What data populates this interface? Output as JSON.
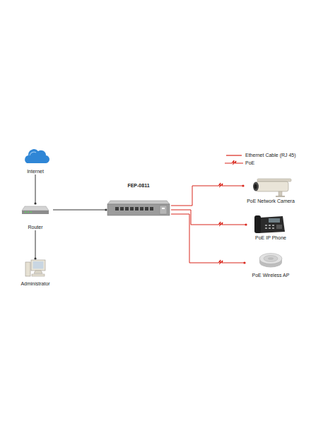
{
  "diagram": {
    "nodes": [
      {
        "text": [
          "Internet"
        ]
      },
      {
        "text": [
          "Router"
        ]
      },
      {
        "text": [
          "Administrator"
        ]
      },
      {
        "text": [
          "FEP-0811"
        ]
      },
      {
        "text": [
          "PoE Network Camera"
        ]
      },
      {
        "text": [
          "PoE IP Phone"
        ]
      },
      {
        "text": [
          "PoE Wireless AP"
        ]
      }
    ],
    "edges": [
      {
        "from": 0,
        "to": 1,
        "arrow": "none"
      },
      {
        "from": 1,
        "to": 2,
        "arrow": "none"
      },
      {
        "from": 1,
        "to": 3,
        "arrow": "none"
      },
      {
        "from": 3,
        "to": 4,
        "arrow": "none"
      },
      {
        "from": 3,
        "to": 5,
        "arrow": "none"
      },
      {
        "from": 3,
        "to": 6,
        "arrow": "none"
      }
    ],
    "legend": [
      {
        "text": "Ethernet Cable (RJ 45)"
      },
      {
        "text": "PoE"
      }
    ]
  }
}
